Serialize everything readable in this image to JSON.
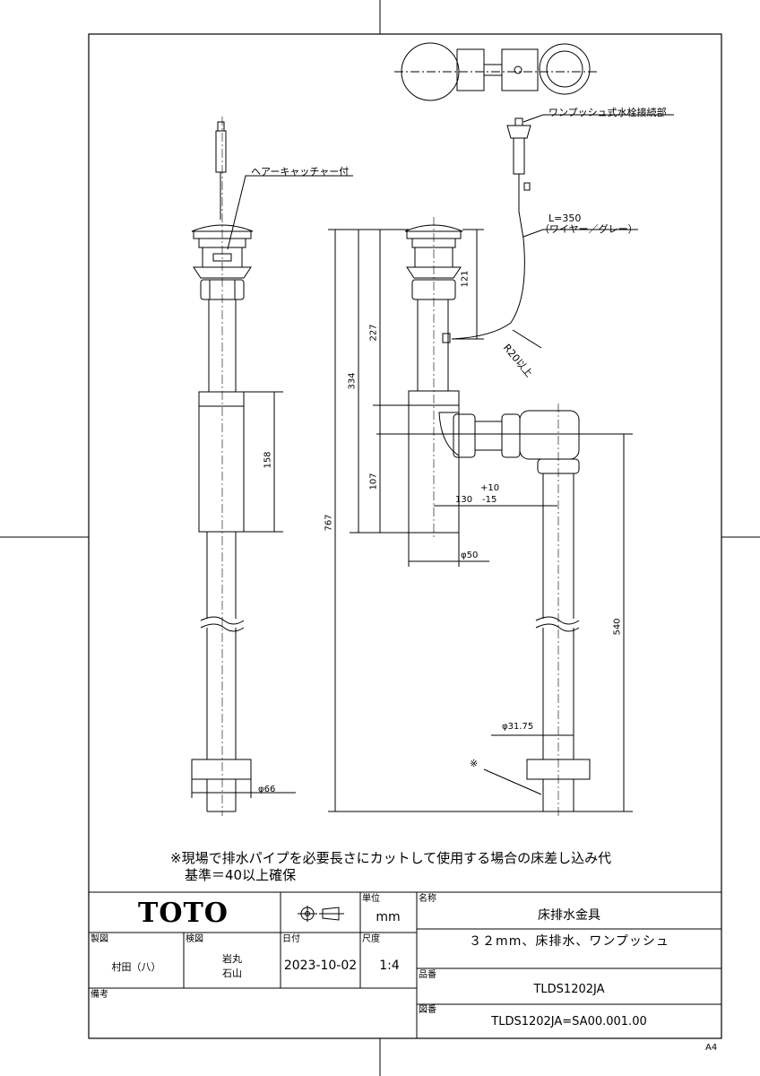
{
  "labels": {
    "hair_catcher": "ヘアーキャッチャー付",
    "one_push": "ワンプッシュ式水栓接続部",
    "wire_length": "L=350",
    "wire_desc": "（ワイヤー／グレー）",
    "bend_radius": "R20以上",
    "dim_121": "121",
    "dim_227": "227",
    "dim_334": "334",
    "dim_767": "767",
    "dim_107": "107",
    "dim_158": "158",
    "dim_540": "540",
    "dim_130": "130",
    "tol_plus": "+10",
    "tol_minus": "-15",
    "dia_50": "φ50",
    "dia_66": "φ66",
    "dia_3175": "φ31.75",
    "asterisk": "※"
  },
  "note": {
    "line1": "※現場で排水パイプを必要長さにカットして使用する場合の床差し込み代",
    "line2": "基準＝40以上確保"
  },
  "title_block": {
    "logo": "TOTO",
    "unit_header": "単位",
    "unit_value": "mm",
    "name_header": "名称",
    "name_value": "床排水金具",
    "name_sub": "３２mm、床排水、ワンプッシュ",
    "drawn_header": "製図",
    "drawn_value": "村田（八）",
    "checked_header": "検図",
    "checked_value1": "岩丸",
    "checked_value2": "石山",
    "date_header": "日付",
    "date_value": "2023-10-02",
    "scale_header": "尺度",
    "scale_value": "1:4",
    "product_header": "品番",
    "product_value": "TLDS1202JA",
    "remarks_header": "備考",
    "drawing_no_header": "図番",
    "drawing_no_value": "TLDS1202JA=SA00.001.00"
  },
  "paper_size": "A4"
}
